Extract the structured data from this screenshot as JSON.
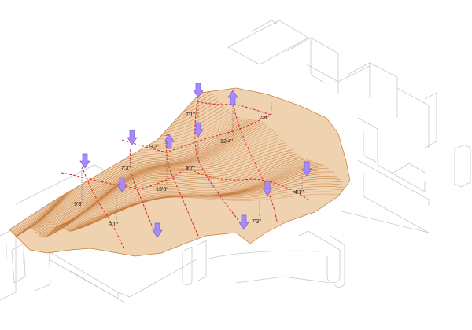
{
  "colors": {
    "surface_fill": "#efd2b0",
    "contour": "#c77a3a",
    "ridge_line": "#e0302b",
    "arrow": "#a78bfa",
    "arrow_outline": "#7c5fd6",
    "ghost_line": "#c9c9c9",
    "label": "#222222"
  },
  "labels": {
    "d1": "7'1\"",
    "d2": "7'8\"",
    "d3": "9'2\"",
    "d4": "12'4\"",
    "d5": "7'3\"",
    "d6": "9'7\"",
    "d7": "13'8\"",
    "d8": "9'8\"",
    "d9": "4'1\"",
    "d10": "9'1\"",
    "d11": "7'3\""
  },
  "arrows": [
    {
      "id": "a1",
      "direction": "down"
    },
    {
      "id": "a2",
      "direction": "up"
    },
    {
      "id": "a3",
      "direction": "down"
    },
    {
      "id": "a4",
      "direction": "up"
    },
    {
      "id": "a5",
      "direction": "down"
    },
    {
      "id": "a6",
      "direction": "down"
    },
    {
      "id": "a7",
      "direction": "down"
    },
    {
      "id": "a8",
      "direction": "down"
    },
    {
      "id": "a9",
      "direction": "down"
    },
    {
      "id": "a10",
      "direction": "down"
    },
    {
      "id": "a11",
      "direction": "down"
    }
  ]
}
